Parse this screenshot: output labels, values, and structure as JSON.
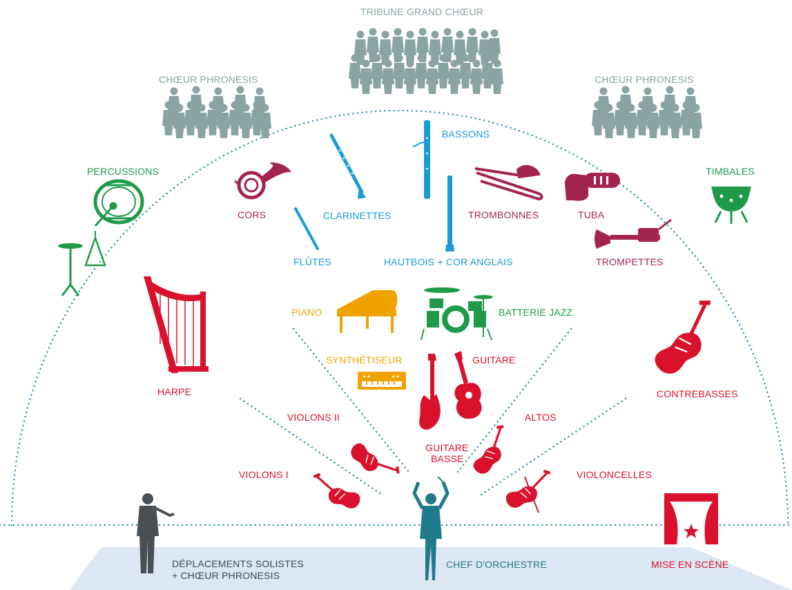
{
  "colors": {
    "choir": "#8aa3a3",
    "strings": "#d9112b",
    "woodwinds": "#1a9ad6",
    "brass": "#a3254f",
    "percussion": "#1e9a48",
    "keys": "#f0a300",
    "soloist": "#4a4f54",
    "conductor": "#1f7a8c",
    "stage_floor": "#dde7f3",
    "dots": "#2a8fa8"
  },
  "labels": {
    "tribune": "TRIBUNE GRAND CHŒUR",
    "choir_left": "CHŒUR PHRONESIS",
    "choir_right": "CHŒUR PHRONESIS",
    "percussions": "PERCUSSIONS",
    "timbales": "TIMBALES",
    "cors": "CORS",
    "clarinettes": "CLARINETTES",
    "bassons": "BASSONS",
    "trombonnes": "TROMBONNES",
    "tuba": "TUBA",
    "flutes": "FLÛTES",
    "hautbois": "HAUTBOIS + COR ANGLAIS",
    "trompettes": "TROMPETTES",
    "piano": "PIANO",
    "batterie": "BATTERIE JAZZ",
    "synthe": "SYNTHÉTISEUR",
    "guitare": "GUITARE",
    "harpe": "HARPE",
    "contrebasses": "CONTREBASSES",
    "violons2": "VIOLONS II",
    "altos": "ALTOS",
    "guitare_basse_1": "GUITARE",
    "guitare_basse_2": "BASSE",
    "violons1": "VIOLONS I",
    "violoncelles": "VIOLONCELLES",
    "solistes_1": "DÉPLACEMENTS SOLISTES",
    "solistes_2": "+ CHŒUR PHRONESIS",
    "chef": "CHEF D'ORCHESTRE",
    "mise_en_scene": "MISE EN SCÈNE"
  }
}
